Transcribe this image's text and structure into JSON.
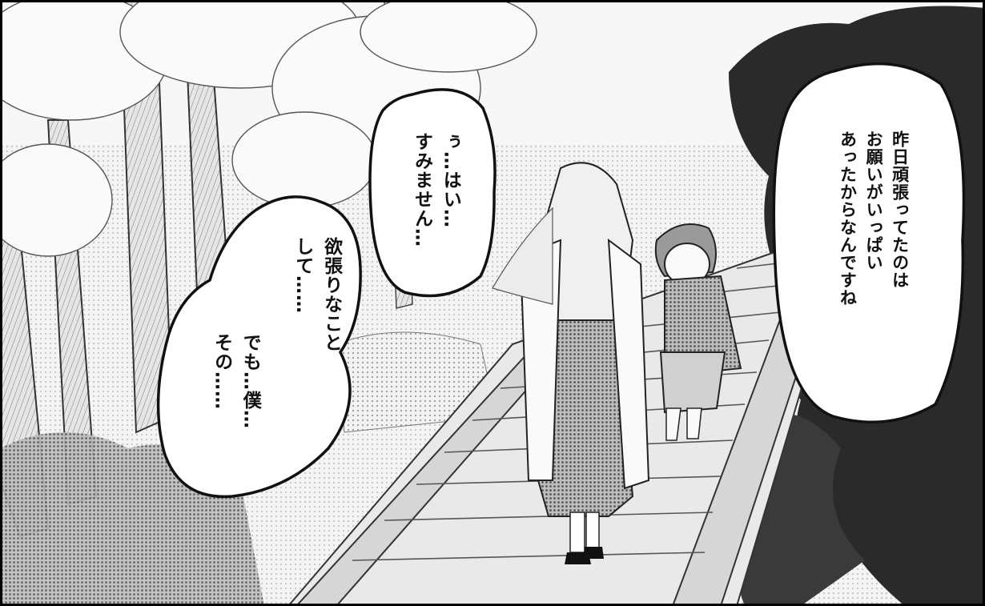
{
  "speech_bubbles": [
    {
      "lines": [
        "昨日頑張ってたのは",
        "お願いがいっぱい",
        "あったからなんですね"
      ]
    },
    {
      "lines": [
        "ぅ…はい…",
        "すみません…"
      ]
    },
    {
      "lines": [
        "欲張りなこと",
        "して……",
        "",
        "でも…僕…",
        "その……"
      ]
    }
  ],
  "colors": {
    "ink": "#111111",
    "paper": "#ffffff",
    "screentone": "#d9d9d9",
    "shadow": "#2a2a2a"
  }
}
